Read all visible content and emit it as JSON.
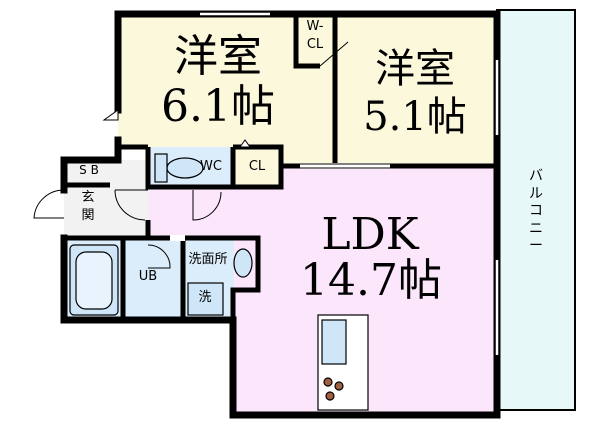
{
  "rooms": {
    "western_1": {
      "name": "洋室",
      "size": "6.1帖"
    },
    "western_2": {
      "name": "洋室",
      "size": "5.1帖"
    },
    "ldk": {
      "name": "LDK",
      "size": "14.7帖"
    },
    "walk_in_closet": {
      "line1": "W-",
      "line2": "CL"
    },
    "closet": "CL",
    "wc": "WC",
    "shoe_box": "S B",
    "entrance_1": "玄",
    "entrance_2": "関",
    "unit_bath": "UB",
    "washroom": "洗面所",
    "washer": "洗",
    "balcony": "バルコニー"
  },
  "colors": {
    "western": "#fbf8dc",
    "ldk": "#fbe6fb",
    "bath": "#dbecfb",
    "balcony": "#e6f8f8",
    "entry": "#f2f2f2",
    "wall": "#000000"
  }
}
